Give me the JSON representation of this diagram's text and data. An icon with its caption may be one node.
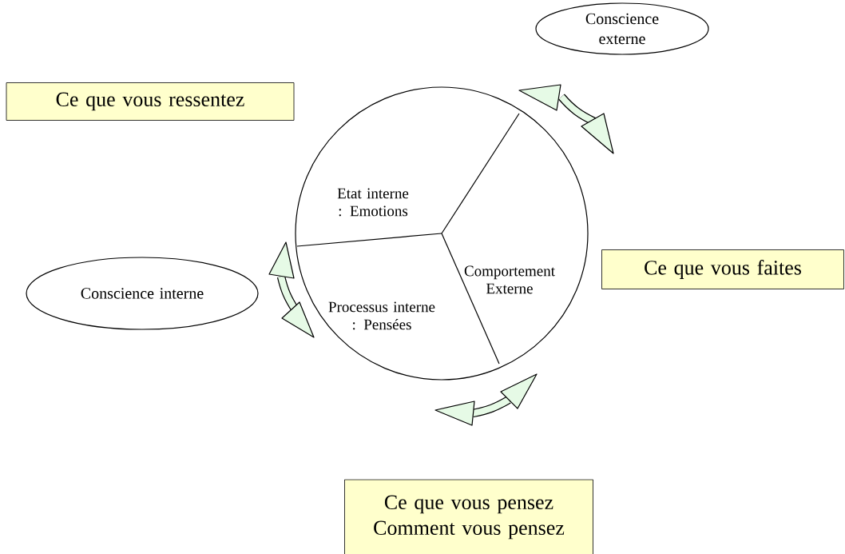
{
  "diagram": {
    "nodes": [
      {
        "text": [
          "Conscience externe"
        ]
      },
      {
        "text": [
          "Ce que vous ressentez"
        ]
      },
      {
        "text": [
          "Etat interne : Emotions",
          "Comportement Externe",
          "Processus interne : Pensées"
        ]
      },
      {
        "text": [
          "Ce que vous faites"
        ]
      },
      {
        "text": [
          "Conscience interne"
        ]
      },
      {
        "text": [
          "Ce que vous pensez Comment vous pensez"
        ]
      }
    ]
  }
}
